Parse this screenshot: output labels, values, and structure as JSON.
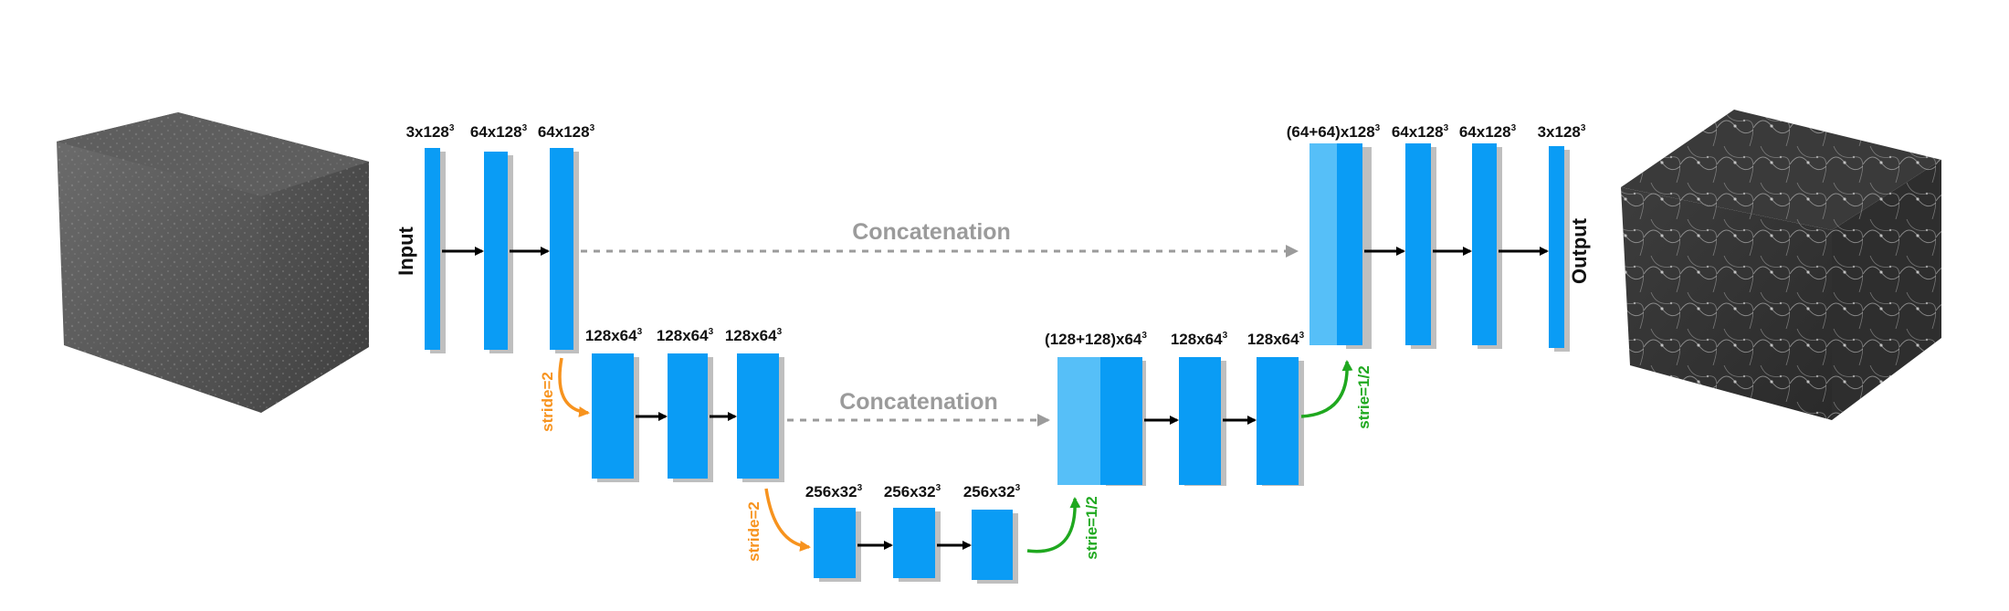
{
  "io": {
    "input_label": "Input",
    "output_label": "Output"
  },
  "level1": {
    "enc": [
      "3x128",
      "64x128",
      "64x128"
    ],
    "dec": [
      "(64+64)x128",
      "64x128",
      "64x128",
      "3x128"
    ],
    "exp": "3"
  },
  "level2": {
    "enc": [
      "128x64",
      "128x64",
      "128x64"
    ],
    "dec": [
      "(128+128)x64",
      "128x64",
      "128x64"
    ],
    "exp": "3"
  },
  "level3": {
    "blocks": [
      "256x32",
      "256x32",
      "256x32"
    ],
    "exp": "3"
  },
  "skip": {
    "top": "Concatenation",
    "mid": "Concatenation"
  },
  "down": {
    "first": "stride=2",
    "second": "stride=2"
  },
  "up": {
    "first": "strie=1/2",
    "second": "strie=1/2"
  },
  "colors": {
    "block": "#0a9cf5",
    "concat_block": "#56bff8",
    "shadow": "#8a8a8a",
    "arrow": "#000000",
    "skip_arrow": "#9b9b9b",
    "down": "#f7931e",
    "up": "#1fa81f"
  }
}
